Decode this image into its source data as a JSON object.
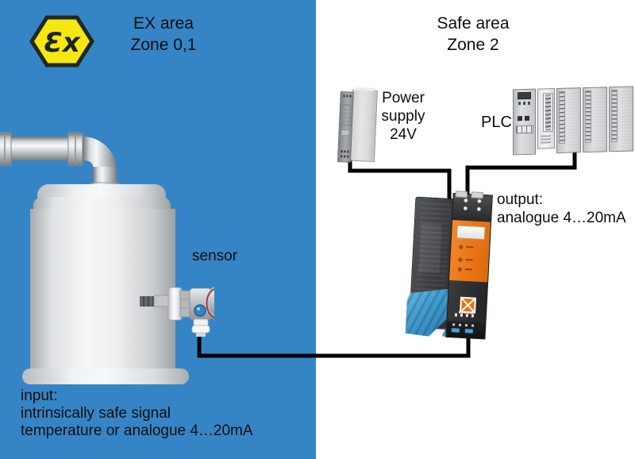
{
  "colors": {
    "ex_area_bg": "#3585c6",
    "safe_area_bg": "#ffffff",
    "wire": "#000000",
    "atex_yellow": "#f6e713",
    "atex_border": "#20291f",
    "isolator_orange": "#e87415",
    "isolator_blue": "#3e97cb",
    "text": "#0d0d0d"
  },
  "ex_area": {
    "title_line1": "EX area",
    "title_line2": "Zone 0,1",
    "atex_logo_text": "Ɛx",
    "sensor_label": "sensor",
    "input_caption_line1": "input:",
    "input_caption_line2": "intrinsically safe signal",
    "input_caption_line3": "temperature or analogue 4…20mA"
  },
  "safe_area": {
    "title_line1": "Safe area",
    "title_line2": "Zone 2",
    "power_supply_line1": "Power",
    "power_supply_line2": "supply",
    "power_supply_line3": "24V",
    "plc_label": "PLC",
    "output_caption_line1": "output:",
    "output_caption_line2": "analogue 4…20mA"
  }
}
